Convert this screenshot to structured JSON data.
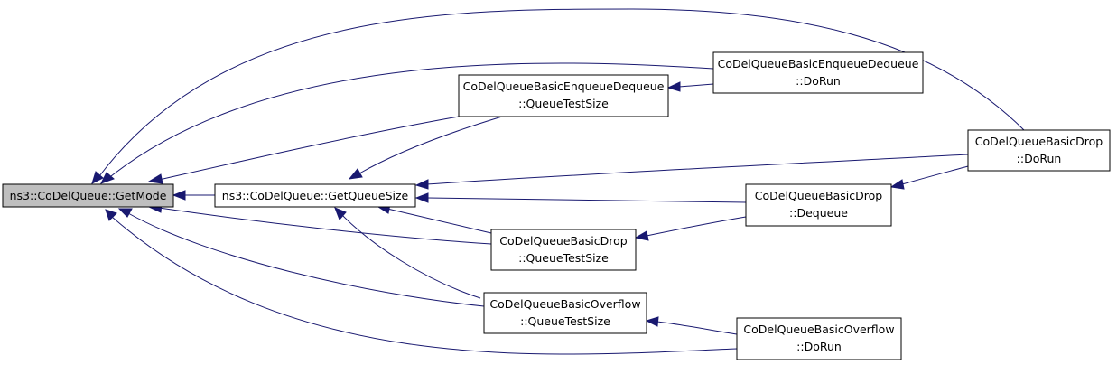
{
  "graph": {
    "nodes": {
      "getmode": {
        "label": "ns3::CoDelQueue::GetMode"
      },
      "getqueuesize": {
        "label": "ns3::CoDelQueue::GetQueueSize"
      },
      "ed_qts": {
        "line1": "CoDelQueueBasicEnqueueDequeue",
        "line2": "::QueueTestSize"
      },
      "ed_dorun": {
        "line1": "CoDelQueueBasicEnqueueDequeue",
        "line2": "::DoRun"
      },
      "drop_dorun": {
        "line1": "CoDelQueueBasicDrop",
        "line2": "::DoRun"
      },
      "drop_dequeue": {
        "line1": "CoDelQueueBasicDrop",
        "line2": "::Dequeue"
      },
      "drop_qts": {
        "line1": "CoDelQueueBasicDrop",
        "line2": "::QueueTestSize"
      },
      "of_qts": {
        "line1": "CoDelQueueBasicOverflow",
        "line2": "::QueueTestSize"
      },
      "of_dorun": {
        "line1": "CoDelQueueBasicOverflow",
        "line2": "::DoRun"
      }
    },
    "edge_color": "#191970",
    "root_fill": "#bfbfbf"
  }
}
